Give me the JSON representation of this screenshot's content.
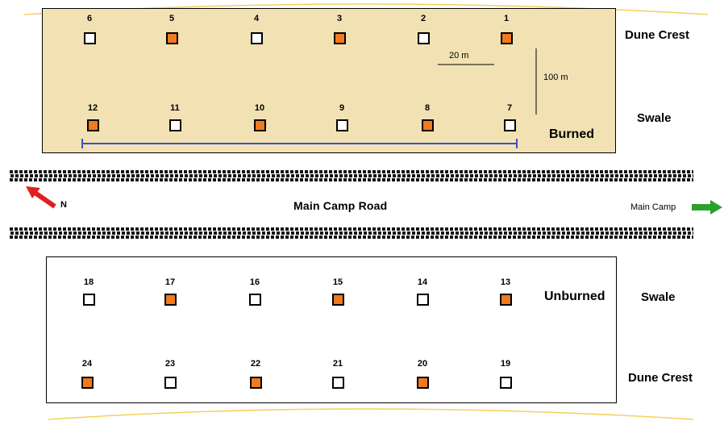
{
  "labels": {
    "dune_crest_top": "Dune Crest",
    "swale_top": "Swale",
    "burned": "Burned",
    "road": "Main Camp Road",
    "north": "N",
    "main_camp": "Main Camp",
    "unburned": "Unburned",
    "swale_bottom": "Swale",
    "dune_crest_bottom": "Dune Crest",
    "scale_20m": "20 m",
    "scale_100m": "100 m"
  },
  "colors": {
    "treated": "#f07a1e",
    "untreated": "#ffffff",
    "burned_area": "#f2e2b3",
    "scale_line": "#3b4fd1",
    "north_arrow": "#e02020",
    "camp_arrow": "#2ca02c"
  },
  "plots": {
    "burned_crest": [
      {
        "id": "6",
        "color": "white"
      },
      {
        "id": "5",
        "color": "orange"
      },
      {
        "id": "4",
        "color": "white"
      },
      {
        "id": "3",
        "color": "orange"
      },
      {
        "id": "2",
        "color": "white"
      },
      {
        "id": "1",
        "color": "orange"
      }
    ],
    "burned_swale": [
      {
        "id": "12",
        "color": "orange"
      },
      {
        "id": "11",
        "color": "white"
      },
      {
        "id": "10",
        "color": "orange"
      },
      {
        "id": "9",
        "color": "white"
      },
      {
        "id": "8",
        "color": "orange"
      },
      {
        "id": "7",
        "color": "white"
      }
    ],
    "unburned_swale": [
      {
        "id": "18",
        "color": "white"
      },
      {
        "id": "17",
        "color": "orange"
      },
      {
        "id": "16",
        "color": "white"
      },
      {
        "id": "15",
        "color": "orange"
      },
      {
        "id": "14",
        "color": "white"
      },
      {
        "id": "13",
        "color": "orange"
      }
    ],
    "unburned_crest": [
      {
        "id": "24",
        "color": "orange"
      },
      {
        "id": "23",
        "color": "white"
      },
      {
        "id": "22",
        "color": "orange"
      },
      {
        "id": "21",
        "color": "white"
      },
      {
        "id": "20",
        "color": "orange"
      },
      {
        "id": "19",
        "color": "white"
      }
    ]
  }
}
